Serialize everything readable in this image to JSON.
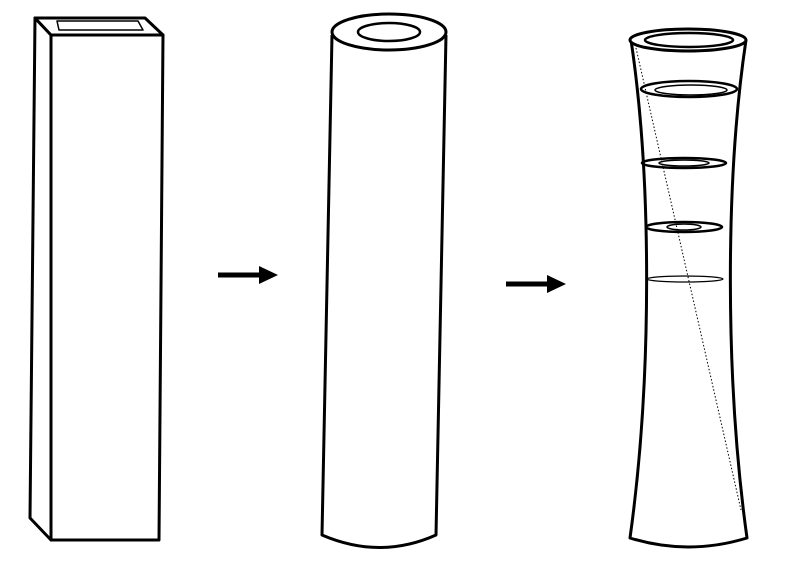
{
  "diagram": {
    "stages": [
      {
        "shape": "square-prism-with-square-hole"
      },
      {
        "shape": "cylinder-with-round-hole"
      },
      {
        "shape": "hyperboloid-tube-with-cross-sections"
      }
    ],
    "arrows": [
      {
        "direction": "right"
      },
      {
        "direction": "right"
      }
    ],
    "colors": {
      "stroke": "#000000",
      "fill": "#ffffff"
    }
  }
}
